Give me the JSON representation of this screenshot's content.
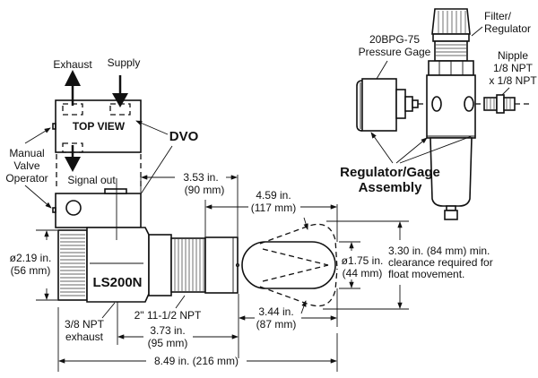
{
  "diagram": {
    "title_part": "LS200N",
    "labels": {
      "exhaust": "Exhaust",
      "supply": "Supply",
      "top_view": "TOP VIEW",
      "dvo": "DVO",
      "manual_valve_1": "Manual",
      "manual_valve_2": "Valve",
      "manual_valve_3": "Operator",
      "signal_out": "Signal out",
      "part_number": "LS200N",
      "thread": "2\" 11-1/2 NPT",
      "exhaust_npt_1": "3/8 NPT",
      "exhaust_npt_2": "exhaust",
      "filter_regulator_1": "Filter/",
      "filter_regulator_2": "Regulator",
      "pressure_gage_1": "20BPG-75",
      "pressure_gage_2": "Pressure Gage",
      "nipple_1": "Nipple",
      "nipple_2": "1/8 NPT",
      "nipple_3": "x 1/8 NPT",
      "assembly_1": "Regulator/Gage",
      "assembly_2": "Assembly",
      "clearance_1": "3.30 in. (84 mm) min.",
      "clearance_2": "clearance required for",
      "clearance_3": "float movement."
    },
    "dimensions": {
      "d353_in": "3.53 in.",
      "d353_mm": "(90 mm)",
      "d459_in": "4.59 in.",
      "d459_mm": "(117 mm)",
      "d219_in": "ø2.19 in.",
      "d219_mm": "(56 mm)",
      "d175_in": "ø1.75 in.",
      "d175_mm": "(44 mm)",
      "d344_in": "3.44 in.",
      "d344_mm": "(87 mm)",
      "d373_in": "3.73 in.",
      "d373_mm": "(95 mm)",
      "d849": "8.49 in. (216 mm)"
    }
  }
}
